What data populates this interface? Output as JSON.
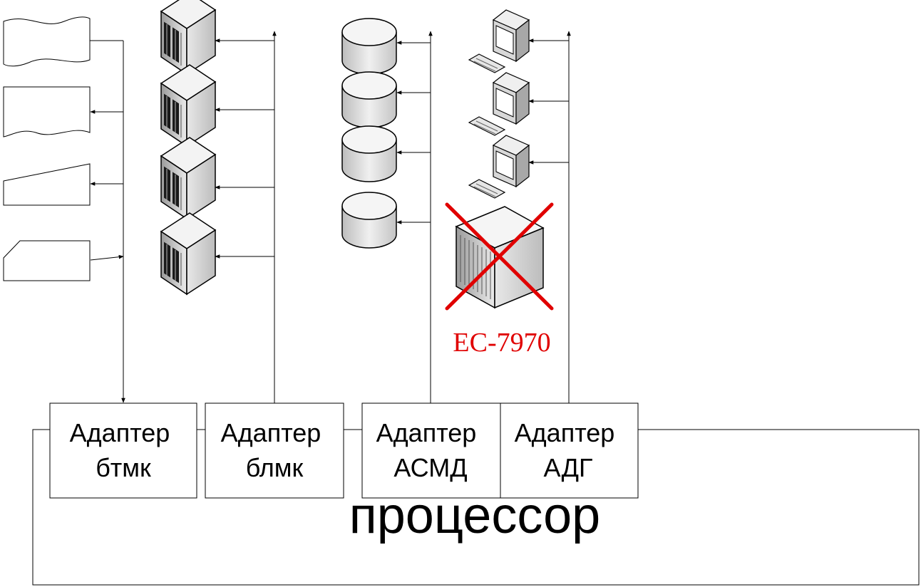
{
  "colors": {
    "line": "#000000",
    "highlight": "#e00000"
  },
  "processor_label": "процессор",
  "adapters": [
    {
      "line1": "Адаптер",
      "line2": "бтмк"
    },
    {
      "line1": "Адаптер",
      "line2": "блмк"
    },
    {
      "line1": "Адаптер",
      "line2": "АСМД"
    },
    {
      "line1": "Адаптер",
      "line2": "АДГ"
    }
  ],
  "devices": {
    "paper_tape_icons": [
      "punched-tape-icon",
      "printer-form-icon",
      "manual-input-icon",
      "punched-card-icon"
    ],
    "tape_unit_icons": [
      "tape-unit-icon",
      "tape-unit-icon",
      "tape-unit-icon",
      "tape-unit-icon"
    ],
    "disk_icons": [
      "disk-drive-icon",
      "disk-drive-icon",
      "disk-drive-icon",
      "disk-drive-icon"
    ],
    "terminal_icons": [
      "terminal-icon",
      "terminal-icon",
      "terminal-icon"
    ],
    "crossed_unit": {
      "icon": "mainframe-icon",
      "label": "ЕС-7970",
      "status_mark": "red-cross-icon"
    }
  }
}
